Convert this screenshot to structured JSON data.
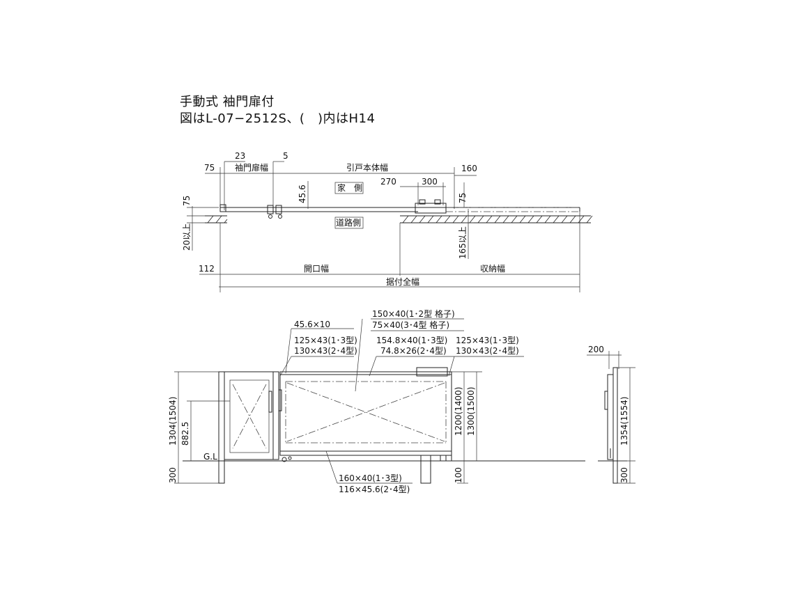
{
  "title": {
    "line1": "手動式 袖門扉付",
    "line2": "図はL-07−2512S、(　)内はH14"
  },
  "plan": {
    "dim_75_left": "75",
    "dim_23": "23",
    "dim_5": "5",
    "label_sode_width": "袖門扉幅",
    "label_body_width": "引戸本体幅",
    "dim_160": "160",
    "dim_270": "270",
    "dim_300": "300",
    "dim_75_right": "75",
    "dim_45_6": "45.6",
    "dim_75_vert": "75",
    "label_house_side": "家　側",
    "label_road_side": "道路側",
    "dim_20_min": "20以上",
    "dim_165_min": "165以上",
    "dim_112": "112",
    "label_opening": "開口幅",
    "label_storage": "収納幅",
    "label_total": "据付全幅"
  },
  "elevation": {
    "callout_top1": "150×40(1･2型 格子)",
    "callout_top2": "75×40(3･4型 格子)",
    "callout_45_6x10": "45.6×10",
    "callout_left1": "125×43(1･3型)",
    "callout_left2": "130×43(2･4型)",
    "callout_mid1": "154.8×40(1･3型)",
    "callout_mid2": "74.8×26(2･4型)",
    "callout_right1": "125×43(1･3型)",
    "callout_right2": "130×43(2･4型)",
    "callout_bottom1": "160×40(1･3型)",
    "callout_bottom2": "116×45.6(2･4型)",
    "dim_1304": "1304(1504)",
    "dim_882_5": "882.5",
    "label_gl": "G.L",
    "dim_300_left": "300",
    "dim_1200": "1200(1400)",
    "dim_1300": "1300(1500)",
    "dim_100": "100"
  },
  "side": {
    "dim_200": "200",
    "dim_1354": "1354(1554)",
    "dim_300": "300"
  }
}
